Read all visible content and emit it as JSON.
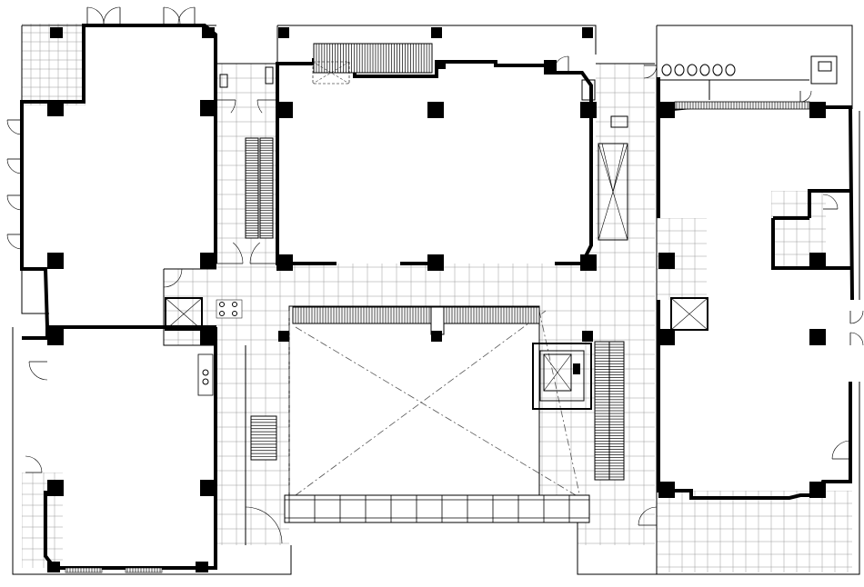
{
  "drawing": {
    "ink_color": "#000000",
    "grid_color": "#9a9a9a",
    "background": "#ffffff"
  },
  "elements": {
    "columns": "structural-columns",
    "stairs": "stair-flights",
    "elevator": "elevator-core",
    "atrium": "atrium-void",
    "doors": "door-swings",
    "corridor_tiles": "floor-tile-grid"
  }
}
